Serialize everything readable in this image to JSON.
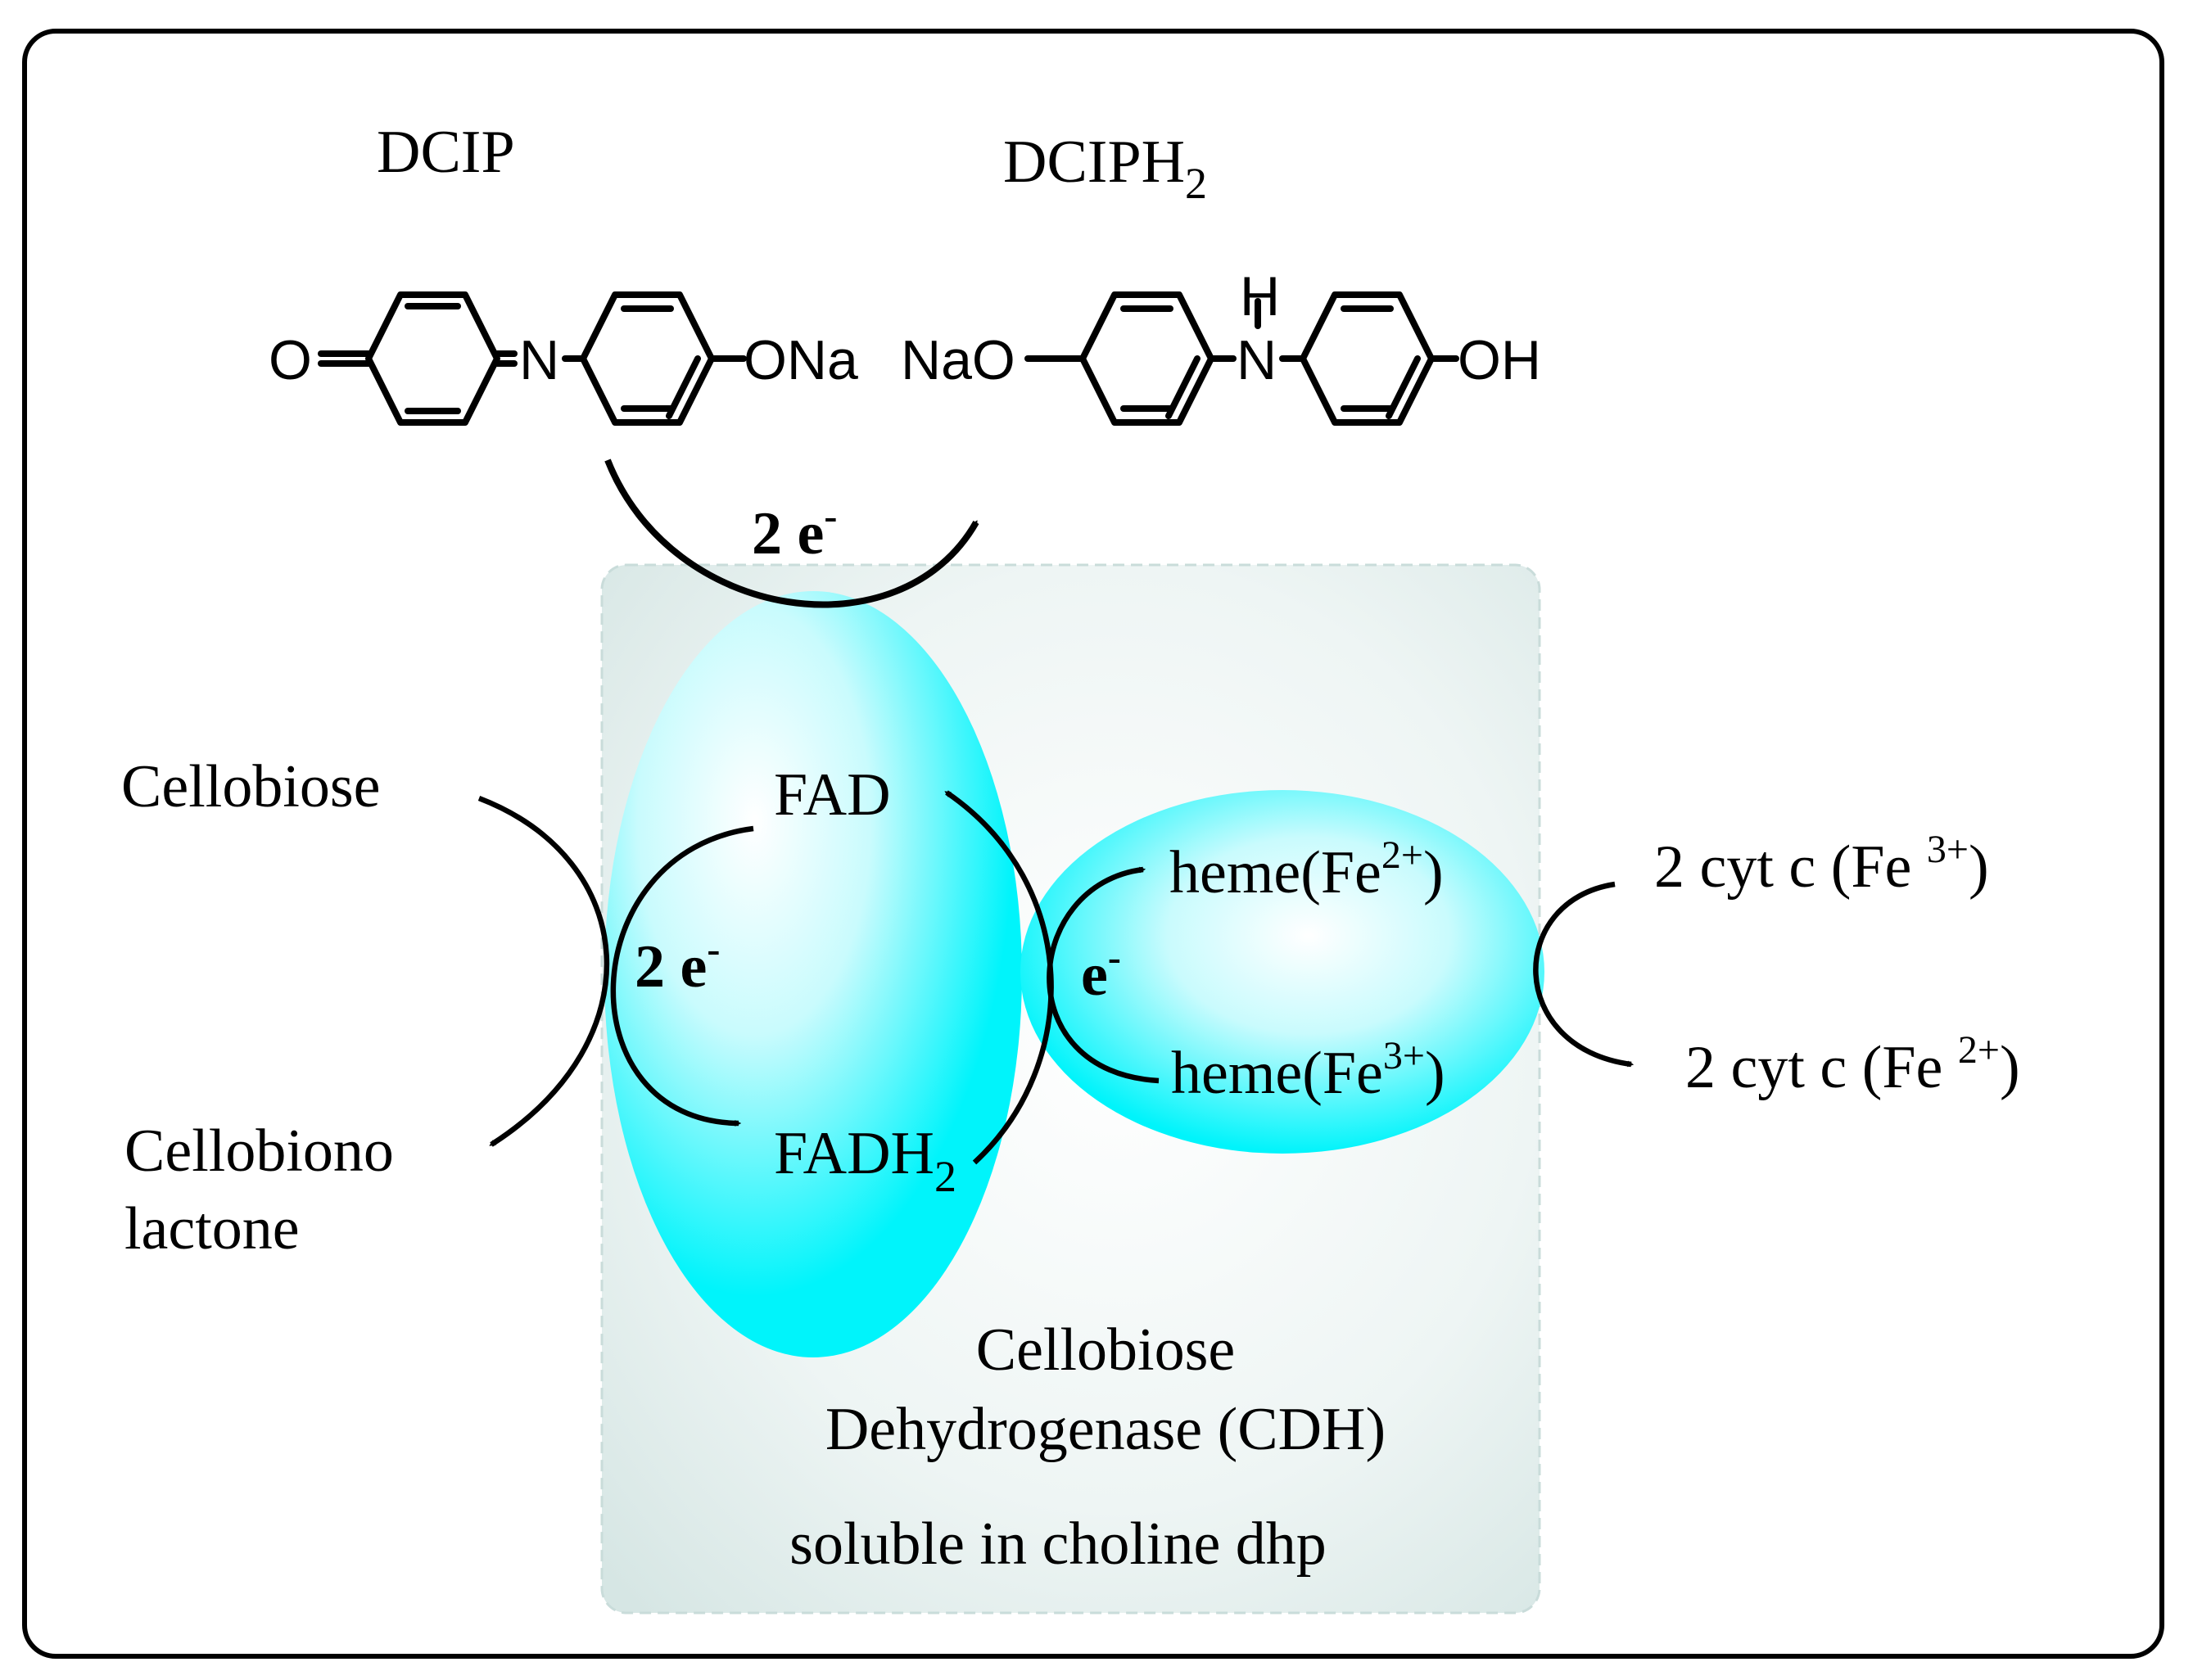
{
  "molecules": {
    "dcip": {
      "name": "DCIP",
      "atom_o": "O",
      "atom_n": "N",
      "atom_ona": "ONa"
    },
    "dciph2": {
      "name": "DCIPH",
      "name_sub": "2",
      "atom_nao": "NaO",
      "atom_h": "H",
      "atom_n": "N",
      "atom_oh": "OH"
    }
  },
  "transfer_top": {
    "base": "2 e",
    "sup": "-"
  },
  "substrate": {
    "reactant": "Cellobiose",
    "product_line1": "Cellobiono",
    "product_line2": "lactone"
  },
  "flavin": {
    "oxidized": "FAD",
    "reduced_base": "FADH",
    "reduced_sub": "2",
    "transfer_base": "2 e",
    "transfer_sup": "-"
  },
  "heme": {
    "reduced_base": "heme(Fe",
    "reduced_sup": "2+",
    "reduced_close": ")",
    "oxidized_base": "heme(Fe",
    "oxidized_sup": "3+",
    "oxidized_close": ")",
    "transfer_base": "e",
    "transfer_sup": "-"
  },
  "cytc": {
    "oxidized_base": "2 cyt c (Fe ",
    "oxidized_sup": "3+",
    "oxidized_close": ")",
    "reduced_base": "2 cyt c (Fe ",
    "reduced_sup": "2+",
    "reduced_close": ")"
  },
  "enzyme": {
    "line1": "Cellobiose",
    "line2": "Dehydrogenase (CDH)",
    "line3": "soluble in choline dhp"
  },
  "colors": {
    "lobe": "#00f4fb",
    "panel": "#dce9e8",
    "frame": "#000000"
  }
}
